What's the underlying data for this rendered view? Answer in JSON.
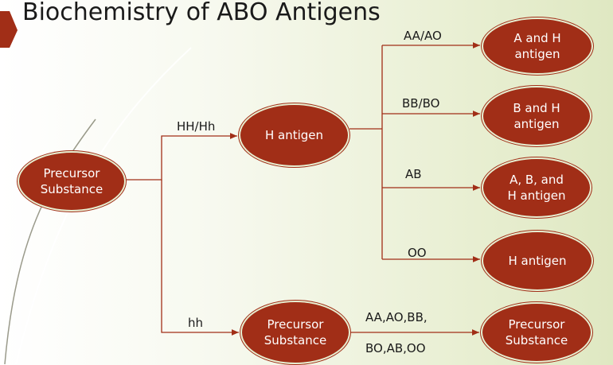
{
  "title": "Biochemistry of ABO Antigens",
  "colors": {
    "node_fill": "#a12e17",
    "line": "#a12e17",
    "accent": "#a12e17"
  },
  "nodes": {
    "precursor_left": "Precursor\nSubstance",
    "h_antigen_mid": "H antigen",
    "precursor_bottom_mid": "Precursor\nSubstance",
    "a_and_h": "A and H\nantigen",
    "b_and_h": "B and H\nantigen",
    "a_b_and_h": "A, B, and\nH antigen",
    "h_antigen_right": "H antigen",
    "precursor_bottom_right": "Precursor\nSubstance"
  },
  "labels": {
    "hh_hh": "HH/Hh",
    "hh": "hh",
    "aa_ao": "AA/AO",
    "bb_bo": "BB/BO",
    "ab": "AB",
    "oo": "OO",
    "genotypes_line1": "AA,AO,BB,",
    "genotypes_line2": "BO,AB,OO"
  }
}
